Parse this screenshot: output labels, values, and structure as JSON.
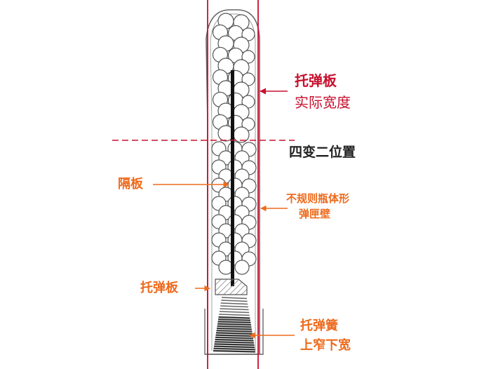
{
  "colors": {
    "red": "#c8102e",
    "orange": "#ee6a1c",
    "outline": "#666666",
    "dark": "#222222"
  },
  "labels": {
    "follower_width_title": "托弹板",
    "follower_width_sub": "实际宽度",
    "transition": "四变二位置",
    "divider": "隔板",
    "body_wall_line1": "不规则瓶体形",
    "body_wall_line2": "弹匣壁",
    "follower": "托弹板",
    "spring_line1": "托弹簧",
    "spring_line2": "上窄下宽"
  }
}
